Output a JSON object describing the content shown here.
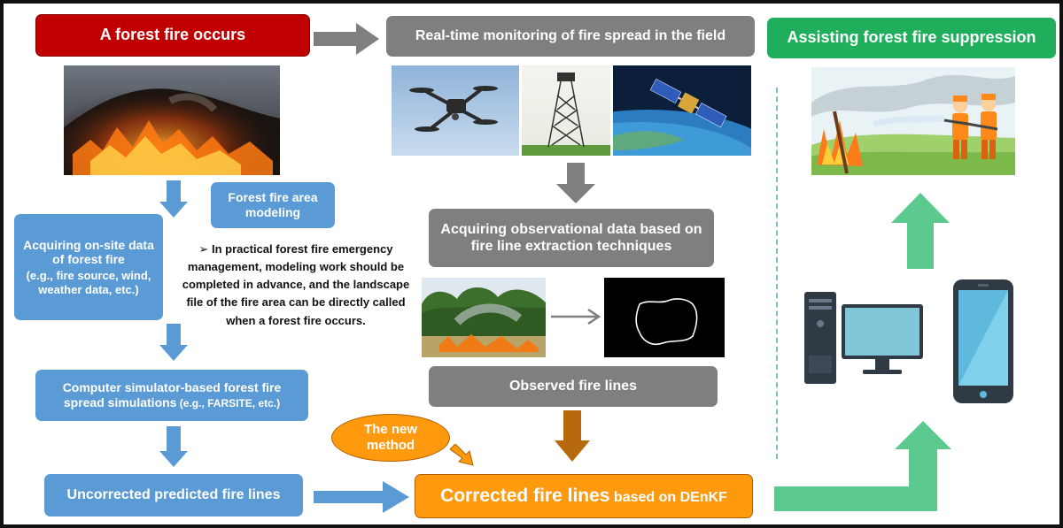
{
  "boxes": {
    "occurs": "A forest fire occurs",
    "monitoring": "Real-time monitoring of fire spread in the field",
    "suppression": "Assisting forest fire suppression",
    "area_modeling": "Forest fire area modeling",
    "onsite_line1": "Acquiring on-site data of forest fire",
    "onsite_line2": "(e.g., fire source, wind, weather data, etc.)",
    "simulation_line1": "Computer simulator-based forest fire",
    "simulation_line2a": "spread simulations",
    "simulation_line2b": " (e.g., FARSITE, etc.)",
    "uncorrected": "Uncorrected predicted fire lines",
    "acquiring_obs": "Acquiring observational data based on fire line extraction techniques",
    "observed": "Observed fire lines",
    "corrected_main": "Corrected fire lines",
    "corrected_sub": " based on DEnKF",
    "new_method": "The new method"
  },
  "note": {
    "bullet": "➢",
    "text": "In practical forest fire emergency management, modeling work should be completed in advance, and the landscape file of the fire area can be directly called when a forest fire occurs."
  },
  "colors": {
    "red": "#c00000",
    "gray": "#7f7f7f",
    "green": "#1fae5b",
    "blue": "#5b9bd5",
    "orange": "#ff9a0f",
    "brown_arrow": "#b8690e",
    "green_arrow": "#5cc98f"
  },
  "icons": [
    "drone-photo",
    "watch-tower-photo",
    "satellite-photo",
    "forest-fire-photo",
    "firefighters-illustration",
    "grass-fire-photo",
    "extracted-fire-line-image",
    "desktop-computer-icon",
    "smartphone-icon"
  ]
}
